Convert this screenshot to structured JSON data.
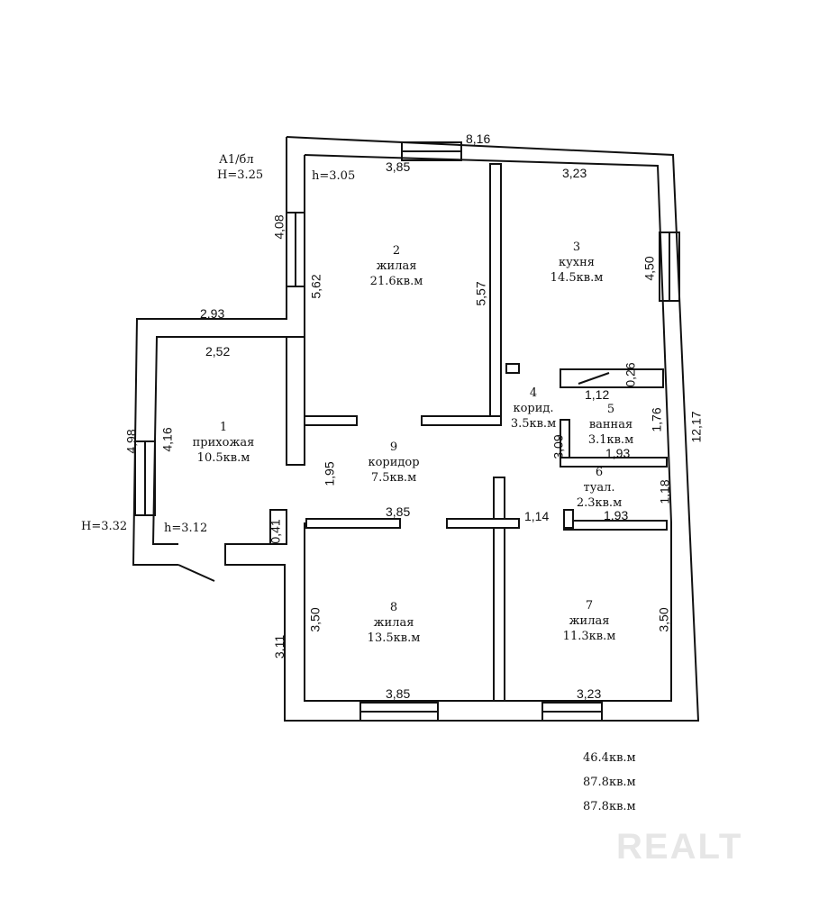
{
  "header": {
    "building_code": "А1/бл",
    "building_height": "H=3.25",
    "room_height_main": "h=3.05"
  },
  "side": {
    "entrance_height": "H=3.32",
    "entrance_room_height": "h=3.12"
  },
  "rooms": [
    {
      "number": "1",
      "name": "прихожая",
      "area": "10.5кв.м"
    },
    {
      "number": "2",
      "name": "жилая",
      "area": "21.6кв.м"
    },
    {
      "number": "3",
      "name": "кухня",
      "area": "14.5кв.м"
    },
    {
      "number": "4",
      "name": "корид.",
      "area": "3.5кв.м"
    },
    {
      "number": "5",
      "name": "ванная",
      "area": "3.1кв.м"
    },
    {
      "number": "6",
      "name": "туал.",
      "area": "2.3кв.м"
    },
    {
      "number": "7",
      "name": "жилая",
      "area": "11.3кв.м"
    },
    {
      "number": "8",
      "name": "жилая",
      "area": "13.5кв.м"
    },
    {
      "number": "9",
      "name": "коридор",
      "area": "7.5кв.м"
    }
  ],
  "dimensions": {
    "outer_top": "8,16",
    "r2_top": "3,85",
    "r3_top": "3,23",
    "left_upper": "4,08",
    "r2_left": "5,62",
    "r2_right": "5,57",
    "r3_right": "4,50",
    "hall_top_outer": "2,93",
    "hall_top_inner": "2,52",
    "hall_left_outer": "4,98",
    "hall_left_inner": "4,16",
    "bath_width": "1,12",
    "bath_step": "0,26",
    "bath_side": "1,76",
    "outer_right": "12,17",
    "bath_left": "3,09",
    "bath_bottom": "1,93",
    "corridor_width": "1,95",
    "r8_top": "3,85",
    "door_step": "1,14",
    "toilet_side": "1,18",
    "toilet_bottom": "1,93",
    "entry_step": "0,41",
    "r8_left": "3,50",
    "outer_left_lower": "3,11",
    "r7_right": "3,50",
    "r8_bottom": "3,85",
    "r7_bottom": "3,23"
  },
  "totals": [
    "46.4кв.м",
    "87.8кв.м",
    "87.8кв.м"
  ],
  "watermark": "REALT"
}
